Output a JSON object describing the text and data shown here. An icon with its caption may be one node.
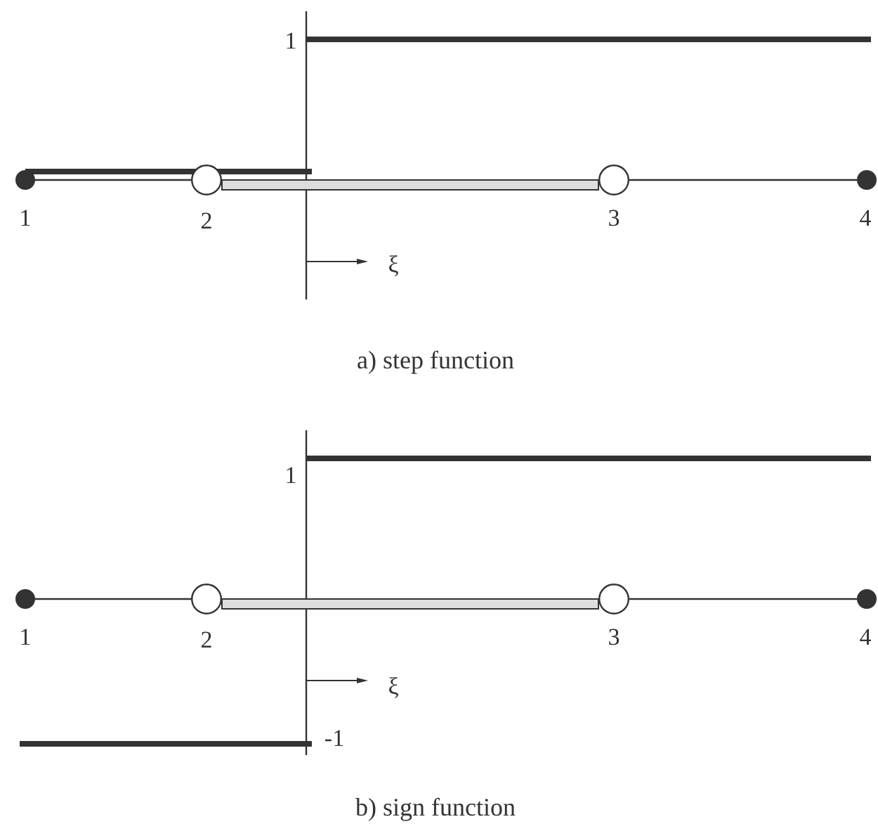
{
  "diagram": {
    "nodes": [
      {
        "text": [],
        "shape": "circle",
        "beside": [
          "1"
        ]
      },
      {
        "text": [],
        "shape": "circle",
        "beside": [
          "2"
        ]
      },
      {
        "text": [],
        "shape": "circle",
        "beside": [
          "3"
        ]
      },
      {
        "text": [],
        "shape": "circle",
        "beside": [
          "4"
        ]
      },
      {
        "text": [],
        "shape": "circle",
        "beside": [
          "1"
        ]
      },
      {
        "text": [],
        "shape": "circle",
        "beside": [
          "2"
        ]
      },
      {
        "text": [],
        "shape": "circle",
        "beside": [
          "3"
        ]
      },
      {
        "text": [],
        "shape": "circle",
        "beside": [
          "4"
        ]
      }
    ],
    "edges": [
      {
        "from": 0,
        "to": 1,
        "arrow": "none"
      },
      {
        "from": 1,
        "to": 2,
        "arrow": "none",
        "style": "thick",
        "color": "#dddddd"
      },
      {
        "from": 2,
        "to": 3,
        "arrow": "none"
      },
      {
        "from": 4,
        "to": 5,
        "arrow": "none"
      },
      {
        "from": 5,
        "to": 6,
        "arrow": "none",
        "style": "thick",
        "color": "#dddddd"
      },
      {
        "from": 6,
        "to": 7,
        "arrow": "none"
      }
    ],
    "labels": [
      "1",
      "ξ",
      "a) step function",
      "1",
      "ξ",
      "-1",
      "b) sign function"
    ]
  }
}
